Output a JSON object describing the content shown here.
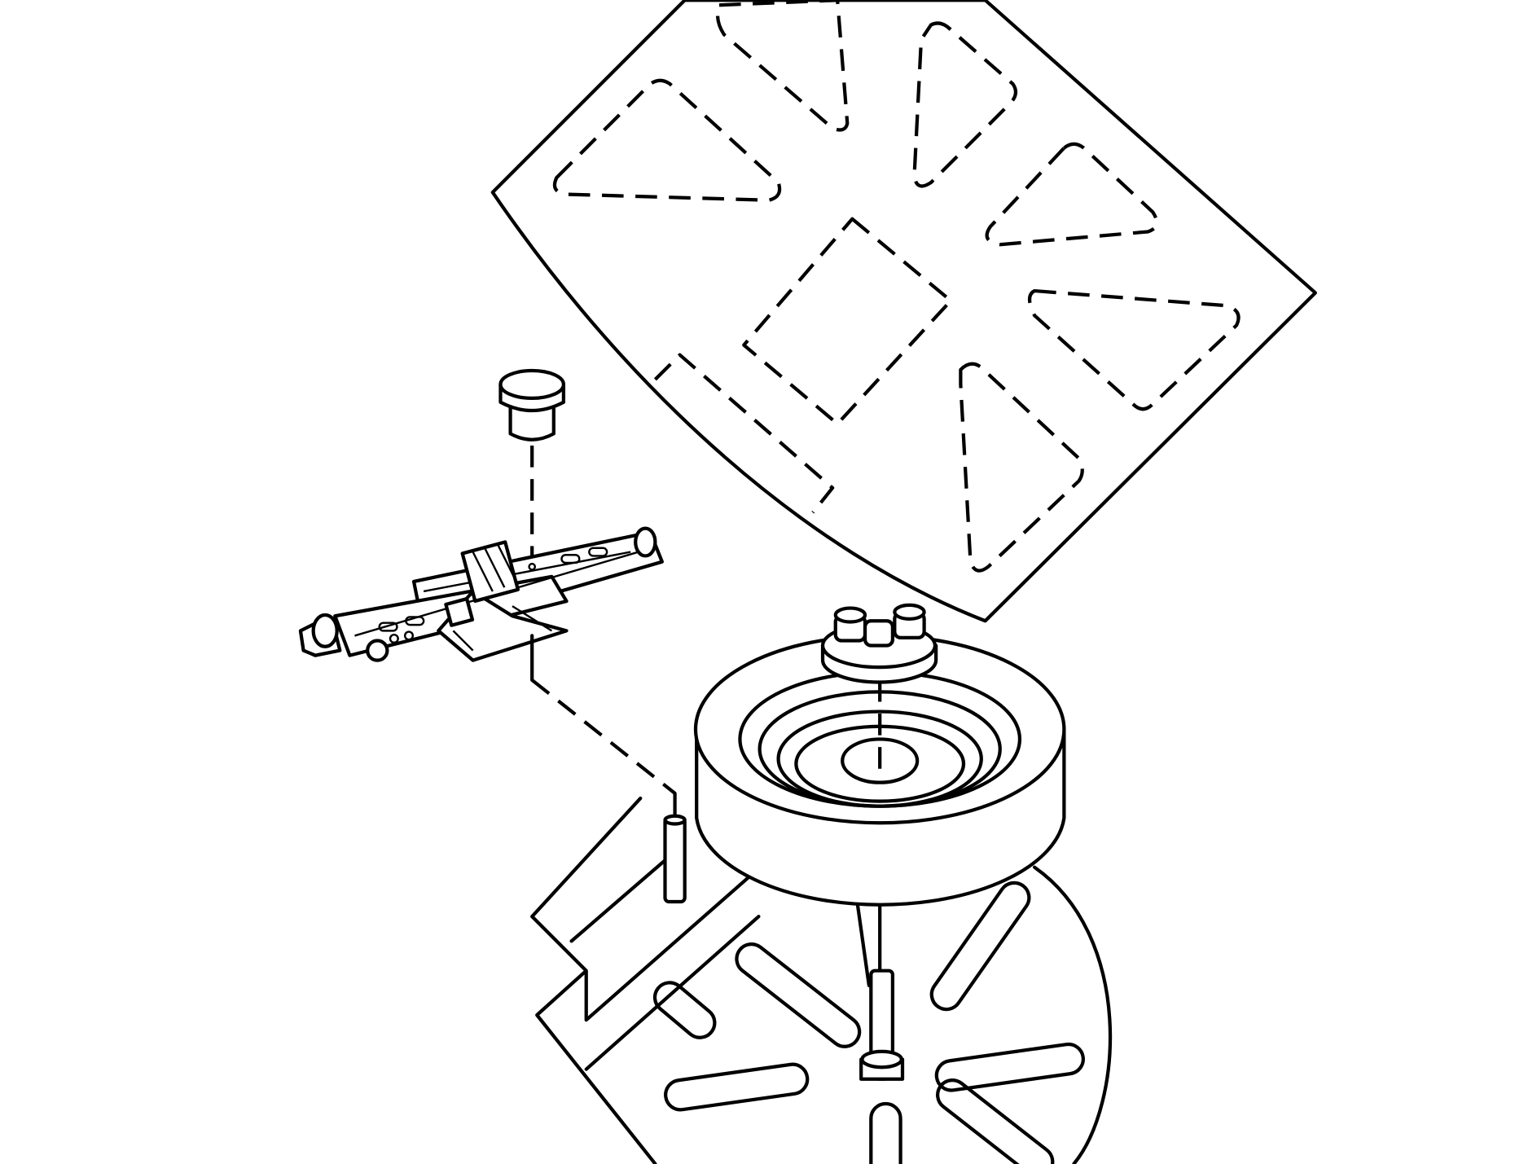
{
  "diagram": {
    "type": "exploded-assembly-line-drawing",
    "components": [
      "floor-cover-panel",
      "jack-plug",
      "scissor-jack",
      "jack-mounting-post",
      "spare-tire",
      "hub-retainer",
      "hold-down-bolt",
      "spare-tire-well"
    ],
    "colors": {
      "line": "#000000",
      "background": "#ffffff"
    }
  }
}
